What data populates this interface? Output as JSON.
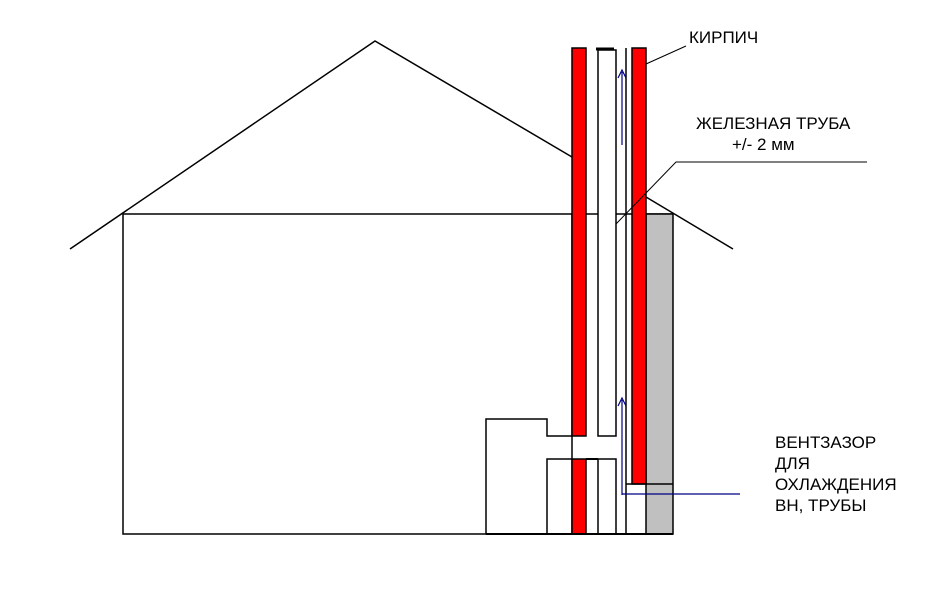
{
  "labels": {
    "brick": "КИРПИЧ",
    "pipe_line1": "ЖЕЛЕЗНАЯ ТРУБА",
    "pipe_line2": "+/- 2 мм",
    "gap_line1": "ВЕНТЗАЗОР",
    "gap_line2": "ДЛЯ",
    "gap_line3": "ОХЛАЖДЕНИЯ",
    "gap_line4": "ВН, ТРУБЫ"
  },
  "colors": {
    "line": "#000000",
    "brick": "#ff0000",
    "insulation": "#c0c0c0",
    "airflow_arrow": "#000080",
    "background": "#ffffff"
  },
  "icons": {
    "airflow": "arrow-up-icon"
  }
}
